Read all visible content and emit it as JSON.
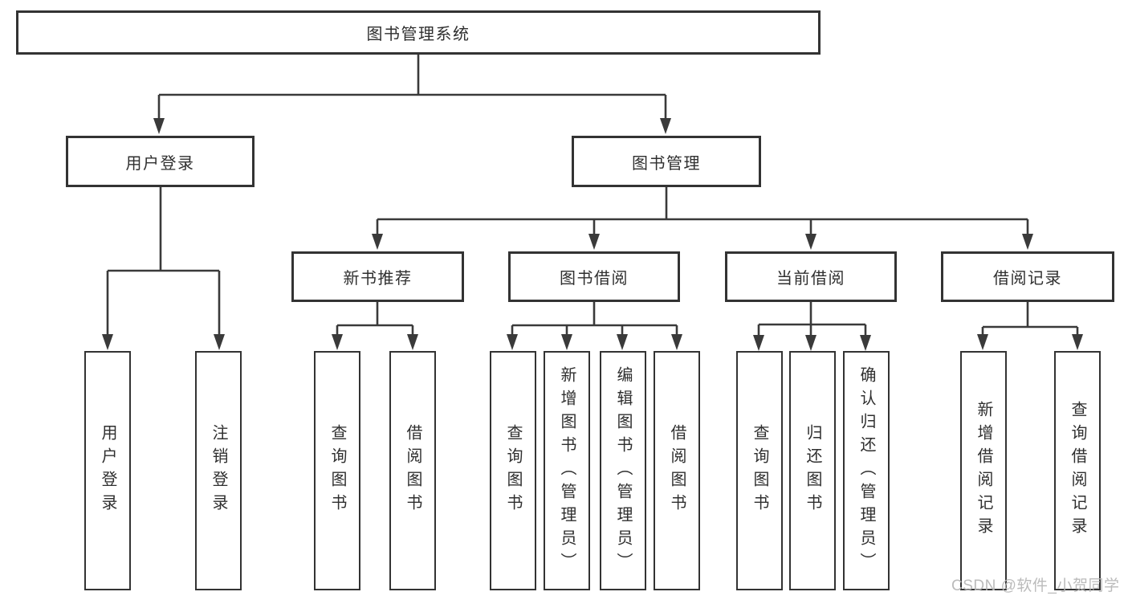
{
  "diagram": {
    "root": {
      "label": "图书管理系统"
    },
    "level2": [
      {
        "label": "用户登录"
      },
      {
        "label": "图书管理"
      }
    ],
    "level3": [
      {
        "label": "新书推荐"
      },
      {
        "label": "图书借阅"
      },
      {
        "label": "当前借阅"
      },
      {
        "label": "借阅记录"
      }
    ],
    "leaves": [
      {
        "label": "用户登录"
      },
      {
        "label": "注销登录"
      },
      {
        "label": "查询图书"
      },
      {
        "label": "借阅图书"
      },
      {
        "label": "查询图书"
      },
      {
        "label": "新增图书（管理员）"
      },
      {
        "label": "编辑图书（管理员）"
      },
      {
        "label": "借阅图书"
      },
      {
        "label": "查询图书"
      },
      {
        "label": "归还图书"
      },
      {
        "label": "确认归还（管理员）"
      },
      {
        "label": "新增借阅记录"
      },
      {
        "label": "查询借阅记录"
      }
    ]
  },
  "watermark": {
    "text": "CSDN @软件_小贺同学"
  },
  "colors": {
    "line": "#3a3a3a",
    "border": "#333333",
    "text": "#2f2f2f",
    "watermark": "#b6b6b6",
    "background": "#ffffff"
  }
}
